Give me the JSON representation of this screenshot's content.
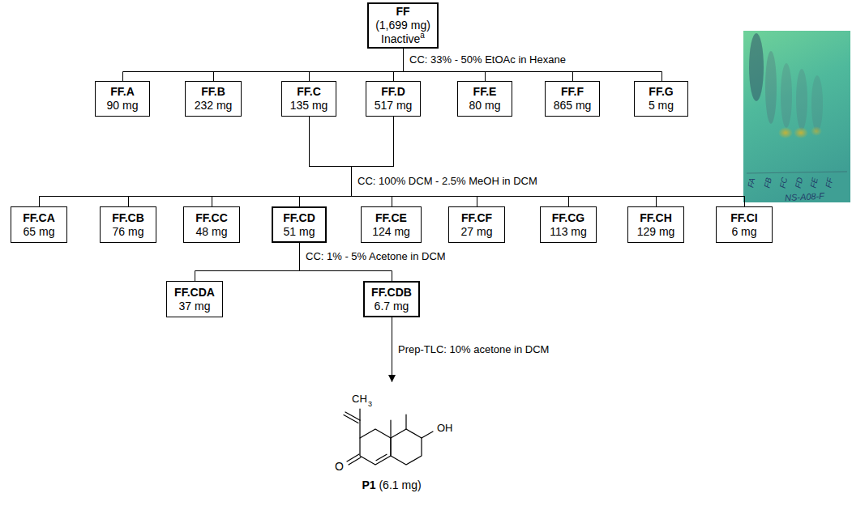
{
  "diagram": {
    "nodes": [
      {
        "text": [
          "FF",
          "(1,699 mg)",
          "Inactive",
          "a"
        ]
      },
      {
        "text": [
          "FF.A",
          "90 mg"
        ]
      },
      {
        "text": [
          "FF.B",
          "232 mg"
        ]
      },
      {
        "text": [
          "FF.C",
          "135 mg"
        ]
      },
      {
        "text": [
          "FF.D",
          "517 mg"
        ]
      },
      {
        "text": [
          "FF.E",
          "80 mg"
        ]
      },
      {
        "text": [
          "FF.F",
          "865 mg"
        ]
      },
      {
        "text": [
          "FF.G",
          "5 mg"
        ]
      },
      {
        "text": [
          "FF.CA",
          "65 mg"
        ]
      },
      {
        "text": [
          "FF.CB",
          "76 mg"
        ]
      },
      {
        "text": [
          "FF.CC",
          "48 mg"
        ]
      },
      {
        "text": [
          "FF.CD",
          "51 mg"
        ]
      },
      {
        "text": [
          "FF.CE",
          "124 mg"
        ]
      },
      {
        "text": [
          "FF.CF",
          "27 mg"
        ]
      },
      {
        "text": [
          "FF.CG",
          "113 mg"
        ]
      },
      {
        "text": [
          "FF.CH",
          "129 mg"
        ]
      },
      {
        "text": [
          "FF.CI",
          "6 mg"
        ]
      },
      {
        "text": [
          "FF.CDA",
          "37 mg"
        ]
      },
      {
        "text": [
          "FF.CDB",
          "6.7 mg"
        ]
      },
      {
        "text": [
          "P1",
          "(6.1 mg)"
        ]
      }
    ],
    "edges": [
      {
        "from": 0,
        "to": 1,
        "arrow": "none",
        "label": "CC: 33% - 50% EtOAc in Hexane"
      },
      {
        "from": 0,
        "to": 2,
        "arrow": "none"
      },
      {
        "from": 0,
        "to": 3,
        "arrow": "none"
      },
      {
        "from": 0,
        "to": 4,
        "arrow": "none"
      },
      {
        "from": 0,
        "to": 5,
        "arrow": "none"
      },
      {
        "from": 0,
        "to": 6,
        "arrow": "none"
      },
      {
        "from": 0,
        "to": 7,
        "arrow": "none"
      },
      {
        "from": 3,
        "to": 8,
        "arrow": "none",
        "label": "CC: 100% DCM - 2.5% MeOH in DCM"
      },
      {
        "from": 3,
        "to": 9,
        "arrow": "none"
      },
      {
        "from": 3,
        "to": 10,
        "arrow": "none"
      },
      {
        "from": 3,
        "to": 11,
        "arrow": "none"
      },
      {
        "from": 3,
        "to": 12,
        "arrow": "none"
      },
      {
        "from": 3,
        "to": 13,
        "arrow": "none"
      },
      {
        "from": 3,
        "to": 14,
        "arrow": "none"
      },
      {
        "from": 3,
        "to": 15,
        "arrow": "none"
      },
      {
        "from": 3,
        "to": 16,
        "arrow": "none"
      },
      {
        "from": 4,
        "to": 8,
        "arrow": "none"
      },
      {
        "from": 4,
        "to": 9,
        "arrow": "none"
      },
      {
        "from": 4,
        "to": 10,
        "arrow": "none"
      },
      {
        "from": 4,
        "to": 11,
        "arrow": "none"
      },
      {
        "from": 4,
        "to": 12,
        "arrow": "none"
      },
      {
        "from": 4,
        "to": 13,
        "arrow": "none"
      },
      {
        "from": 4,
        "to": 14,
        "arrow": "none"
      },
      {
        "from": 4,
        "to": 15,
        "arrow": "none"
      },
      {
        "from": 4,
        "to": 16,
        "arrow": "none"
      },
      {
        "from": 11,
        "to": 17,
        "arrow": "none",
        "label": "CC: 1% - 5% Acetone in DCM"
      },
      {
        "from": 11,
        "to": 18,
        "arrow": "none"
      },
      {
        "from": 18,
        "to": 19,
        "arrow": "to",
        "label": "Prep-TLC: 10% acetone in DCM"
      }
    ],
    "labels": [
      "CH",
      "3",
      "O",
      "OH",
      "FA",
      "FB",
      "FC",
      "FD",
      "FE",
      "FF",
      "NS-A08-F"
    ]
  }
}
